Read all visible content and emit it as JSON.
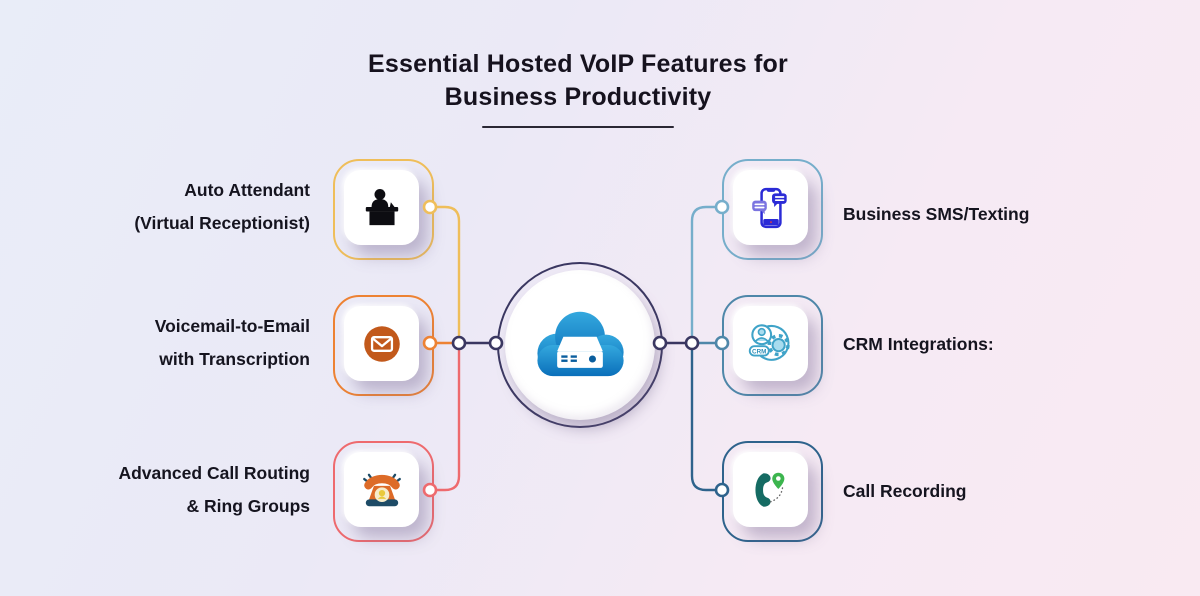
{
  "title": {
    "line1": "Essential Hosted VoIP Features for",
    "line2": "Business Productivity"
  },
  "center": {
    "name": "hosted-voip-cloud-hub",
    "icon": "cloud-pbx-server-icon",
    "ring_color": "#3a3761",
    "cloud_color_top": "#34a8de",
    "cloud_color_bottom": "#0a6fba"
  },
  "features": [
    {
      "label1": "Auto Attendant",
      "label2": "(Virtual Receptionist)",
      "side": "left",
      "accent": "#efbe5a",
      "icon": "receptionist-desk-icon"
    },
    {
      "label1": "Voicemail-to-Email",
      "label2": "with Transcription",
      "side": "left",
      "accent": "#ed8233",
      "icon": "email-envelope-icon"
    },
    {
      "label1": "Advanced Call Routing",
      "label2": "& Ring Groups",
      "side": "left",
      "accent": "#ee6a6e",
      "icon": "ringing-telephone-icon"
    },
    {
      "label1": "Business SMS/Texting",
      "label2": "",
      "side": "right",
      "accent": "#76aecb",
      "icon": "sms-chat-phone-icon"
    },
    {
      "label1": "CRM Integrations:",
      "label2": "",
      "side": "right",
      "accent": "#4e87a9",
      "icon": "crm-sync-icon"
    },
    {
      "label1": "Call Recording",
      "label2": "",
      "side": "right",
      "accent": "#2e638c",
      "icon": "call-recording-pin-icon"
    }
  ],
  "icons": {
    "crm_badge_label": "CRM"
  },
  "connector_color": "#3a3761"
}
